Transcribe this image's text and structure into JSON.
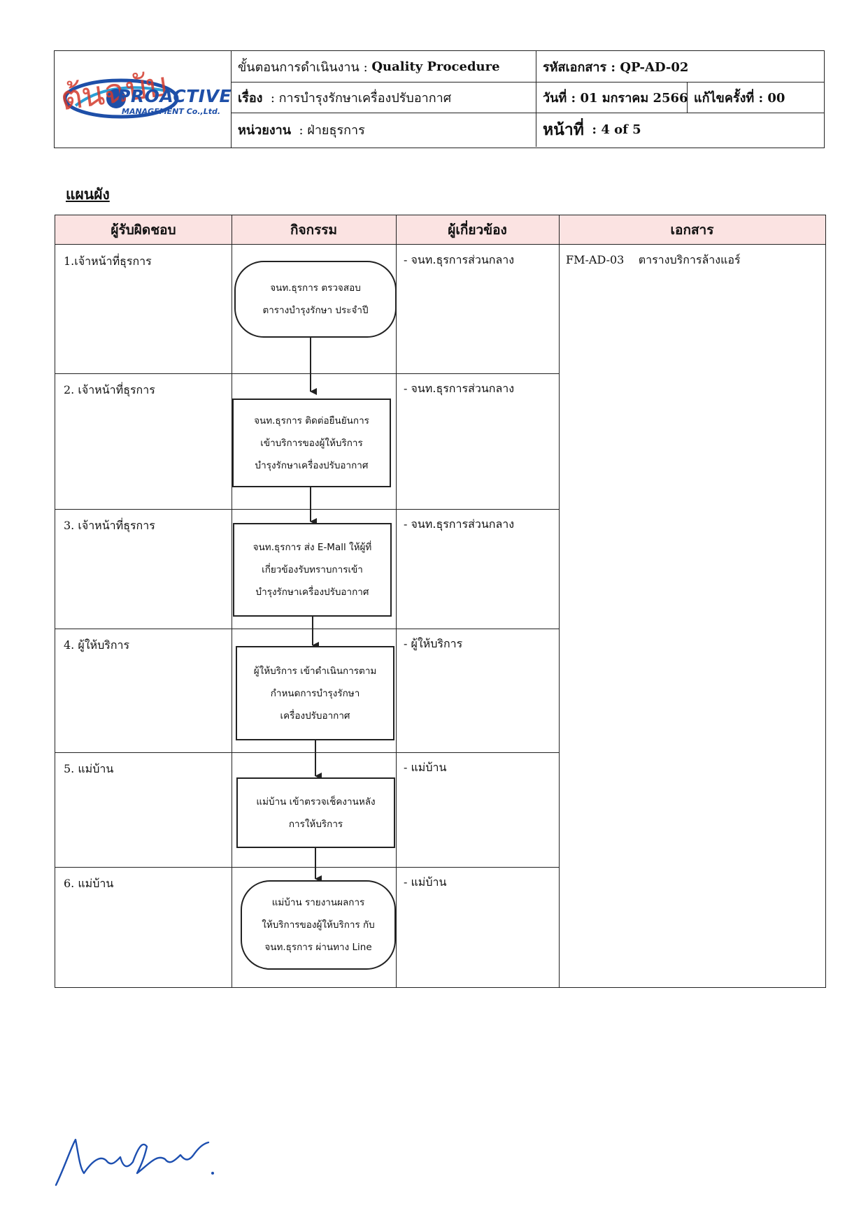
{
  "header": {
    "logo": {
      "brand": "PROACTIVE",
      "brand_sub": "MANAGEMENT Co.,Ltd.",
      "stamp": "ต้นฉบับ"
    },
    "procedure_label": "ขั้นตอนการดำเนินงาน :",
    "procedure_value": "Quality Procedure",
    "subject_label": "เรื่อง",
    "subject_value": ": การบำรุงรักษาเครื่องปรับอากาศ",
    "unit_label": "หน่วยงาน",
    "unit_value": ": ฝ่ายธุรการ",
    "doc_code": "รหัสเอกสาร : QP-AD-02",
    "date": "วันที่ : 01 มกราคม 2566",
    "revision": "แก้ไขครั้งที่ : 00",
    "page_label": "หน้าที่",
    "page_value": ":   4 of 5"
  },
  "section_title": "แผนผัง",
  "table": {
    "columns": [
      "ผู้รับผิดชอบ",
      "กิจกรรม",
      "ผู้เกี่ยวข้อง",
      "เอกสาร"
    ],
    "rows": [
      {
        "responsible": "1.เจ้าหน้าที่ธุรการ",
        "related": "-  จนท.ธุรการส่วนกลาง",
        "activity": [
          "จนท.ธุรการ ตรวจสอบ",
          "ตารางบำรุงรักษา ประจำปี"
        ],
        "shape": "terminal"
      },
      {
        "responsible": "2. เจ้าหน้าที่ธุรการ",
        "related": "-  จนท.ธุรการส่วนกลาง",
        "activity": [
          "จนท.ธุรการ ติดต่อยืนยันการ",
          "เข้าบริการของผู้ให้บริการ",
          "บำรุงรักษาเครื่องปรับอากาศ"
        ],
        "shape": "process"
      },
      {
        "responsible": "3.  เจ้าหน้าที่ธุรการ",
        "related": "-  จนท.ธุรการส่วนกลาง",
        "activity": [
          "จนท.ธุรการ ส่ง E-Mall ให้ผู้ที่",
          "เกี่ยวข้องรับทราบการเข้า",
          "บำรุงรักษาเครื่องปรับอากาศ"
        ],
        "shape": "process"
      },
      {
        "responsible": "4.  ผู้ให้บริการ",
        "related": "-  ผู้ให้บริการ",
        "activity": [
          "ผู้ให้บริการ เข้าดำเนินการตาม",
          "กำหนดการบำรุงรักษา",
          "เครื่องปรับอากาศ"
        ],
        "shape": "process"
      },
      {
        "responsible": "5.  แม่บ้าน",
        "related": "- แม่บ้าน",
        "activity": [
          "แม่บ้าน เข้าตรวจเช็คงานหลัง",
          "การให้บริการ"
        ],
        "shape": "process"
      },
      {
        "responsible": "6. แม่บ้าน",
        "related": "- แม่บ้าน",
        "activity": [
          "แม่บ้าน รายงานผลการ",
          "ให้บริการของผู้ให้บริการ กับ",
          "จนท.ธุรการ ผ่านทาง Line"
        ],
        "shape": "terminal"
      }
    ],
    "documents": {
      "code": "FM-AD-03",
      "name": "ตารางบริการล้างแอร์"
    }
  },
  "colors": {
    "header_fill": "#fbe3e2",
    "logo_blue": "#1e4fa8",
    "stamp_red": "#d33a2c",
    "signature_blue": "#1d4fb0"
  }
}
